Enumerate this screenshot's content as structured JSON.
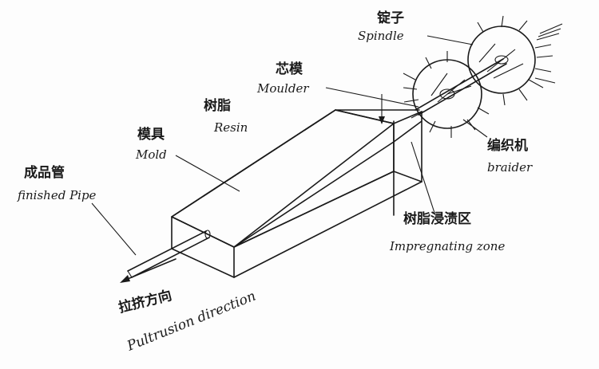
{
  "labels": {
    "spindle_cn": "锭子",
    "spindle_en": "Spindle",
    "moulder_cn": "芯模",
    "moulder_en": "Moulder",
    "resin_cn": "树脂",
    "resin_en": "Resin",
    "mold_cn": "模具",
    "mold_en": "Mold",
    "braider_cn": "编织机",
    "braider_en": "braider",
    "finished_pipe_cn": "成品管",
    "finished_pipe_en": "finished Pipe",
    "impregnating_zone_cn": "树脂浸渍区",
    "impregnating_zone_en": "Impregnating zone",
    "pultrusion_direction_cn": "拉挤方向",
    "pultrusion_direction_en": "Pultrusion direction"
  }
}
